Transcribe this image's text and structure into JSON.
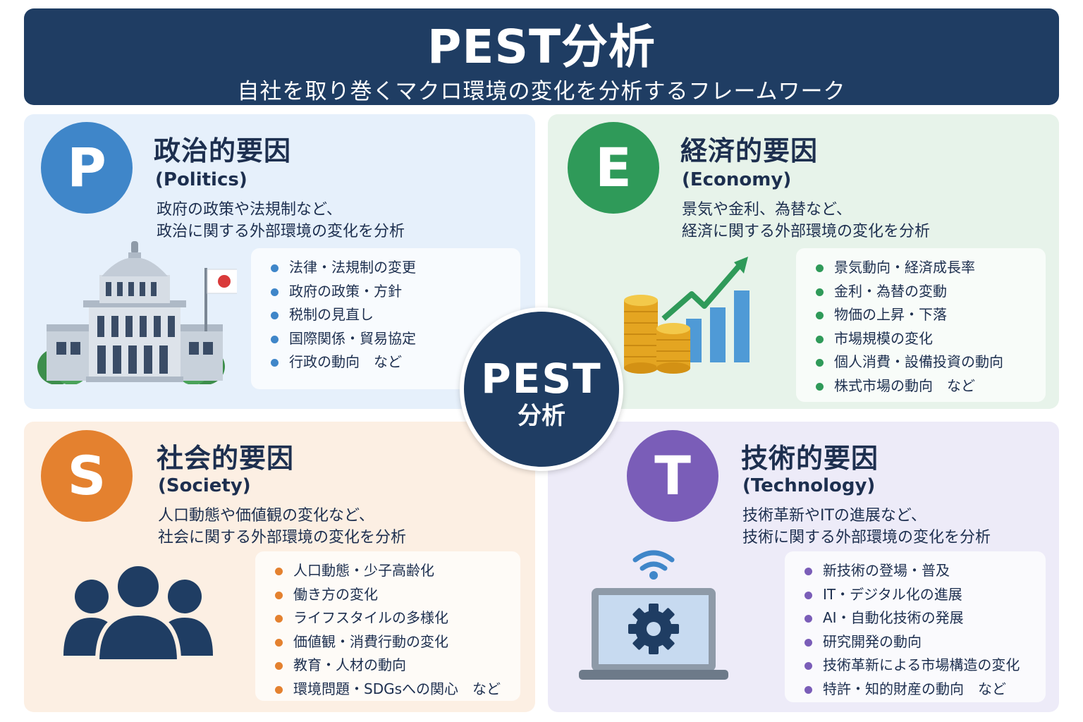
{
  "header": {
    "title": "PEST分析",
    "subtitle": "自社を取り巻くマクロ環境の変化を分析するフレームワーク"
  },
  "center": {
    "line1": "PEST",
    "line2": "分析"
  },
  "colors": {
    "politics": "#3f86c9",
    "economy": "#2f9a59",
    "society": "#e4812f",
    "technology": "#7a5db8",
    "navy": "#1f3d63"
  },
  "quadrants": {
    "politics": {
      "letter": "P",
      "title": "政治的要因",
      "english": "(Politics)",
      "desc_lines": [
        "政府の政策や法規制など、",
        "政治に関する外部環境の変化を分析"
      ],
      "items": [
        "法律・法規制の変更",
        "政府の政策・方針",
        "税制の見直し",
        "国際関係・貿易協定",
        "行政の動向　など"
      ],
      "icon": "capitol-building-icon"
    },
    "economy": {
      "letter": "E",
      "title": "経済的要因",
      "english": "(Economy)",
      "desc_lines": [
        "景気や金利、為替など、",
        "経済に関する外部環境の変化を分析"
      ],
      "items": [
        "景気動向・経済成長率",
        "金利・為替の変動",
        "物価の上昇・下落",
        "市場規模の変化",
        "個人消費・設備投資の動向",
        "株式市場の動向　など"
      ],
      "icon": "coins-growth-chart-icon"
    },
    "society": {
      "letter": "S",
      "title": "社会的要因",
      "english": "(Society)",
      "desc_lines": [
        "人口動態や価値観の変化など、",
        "社会に関する外部環境の変化を分析"
      ],
      "items": [
        "人口動態・少子高齢化",
        "働き方の変化",
        "ライフスタイルの多様化",
        "価値観・消費行動の変化",
        "教育・人材の動向",
        "環境問題・SDGsへの関心　など"
      ],
      "icon": "people-group-icon"
    },
    "technology": {
      "letter": "T",
      "title": "技術的要因",
      "english": "(Technology)",
      "desc_lines": [
        "技術革新やITの進展など、",
        "技術に関する外部環境の変化を分析"
      ],
      "items": [
        "新技術の登場・普及",
        "IT・デジタル化の進展",
        "AI・自動化技術の発展",
        "研究開発の動向",
        "技術革新による市場構造の変化",
        "特許・知的財産の動向　など"
      ],
      "icon": "laptop-gear-wifi-icon"
    }
  }
}
